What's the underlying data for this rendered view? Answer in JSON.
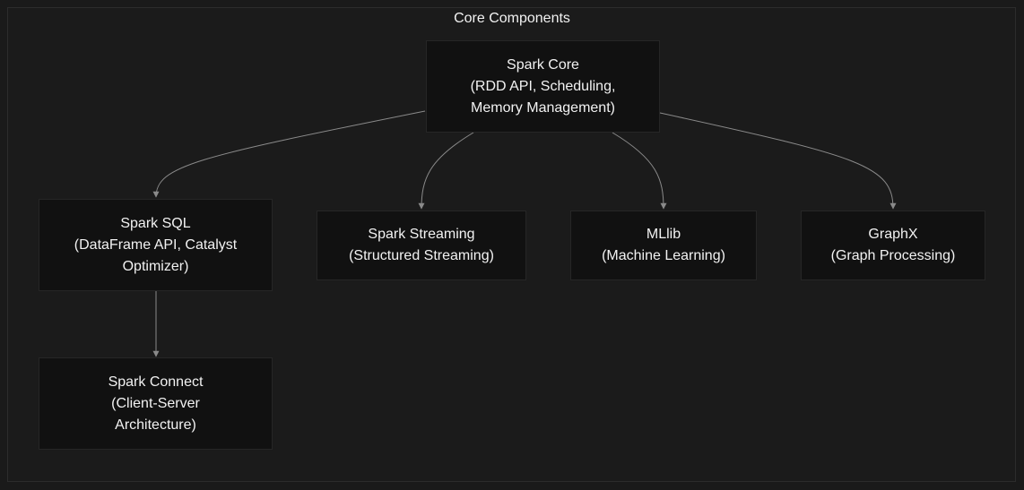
{
  "cluster": {
    "title": "Core Components"
  },
  "nodes": {
    "spark_core": {
      "lines": [
        "Spark Core",
        "(RDD API, Scheduling,",
        "Memory Management)"
      ]
    },
    "spark_sql": {
      "lines": [
        "Spark SQL",
        "(DataFrame API, Catalyst",
        "Optimizer)"
      ]
    },
    "spark_streaming": {
      "lines": [
        "Spark Streaming",
        "(Structured Streaming)"
      ]
    },
    "mllib": {
      "lines": [
        "MLlib",
        "(Machine Learning)"
      ]
    },
    "graphx": {
      "lines": [
        "GraphX",
        "(Graph Processing)"
      ]
    },
    "spark_connect": {
      "lines": [
        "Spark Connect",
        "(Client-Server",
        "Architecture)"
      ]
    }
  },
  "edges": [
    {
      "from": "Spark Core",
      "to": "Spark SQL"
    },
    {
      "from": "Spark Core",
      "to": "Spark Streaming"
    },
    {
      "from": "Spark Core",
      "to": "MLlib"
    },
    {
      "from": "Spark Core",
      "to": "GraphX"
    },
    {
      "from": "Spark SQL",
      "to": "Spark Connect"
    }
  ],
  "colors": {
    "background": "#1a1a1a",
    "node_fill": "#111111",
    "edge": "#8a8a8a",
    "text": "#f2f2f2"
  }
}
